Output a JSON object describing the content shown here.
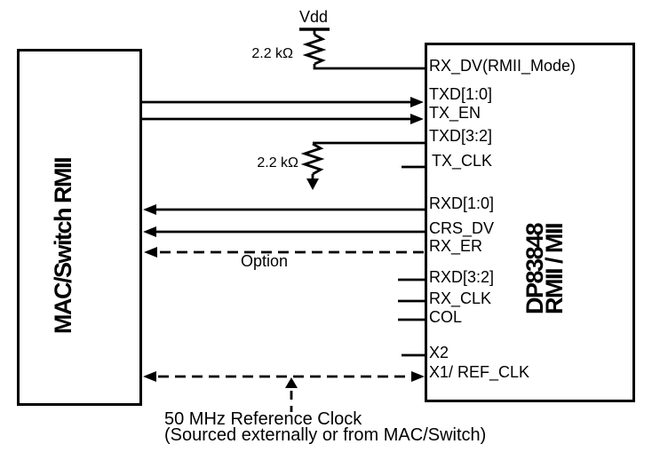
{
  "diagram": {
    "left_block": {
      "title": "MAC/Switch RMII"
    },
    "right_block": {
      "title_line1": "DP83848",
      "title_line2": "RMII / MII"
    },
    "pins": [
      {
        "label": "RX_DV(RMII_Mode)"
      },
      {
        "label": "TXD[1:0]"
      },
      {
        "label": "TX_EN"
      },
      {
        "label": "TXD[3:2]"
      },
      {
        "label": "TX_CLK"
      },
      {
        "label": "RXD[1:0]"
      },
      {
        "label": "CRS_DV"
      },
      {
        "label": "RX_ER"
      },
      {
        "label": "RXD[3:2]"
      },
      {
        "label": "RX_CLK"
      },
      {
        "label": "COL"
      },
      {
        "label": "X2"
      },
      {
        "label": "X1/ REF_CLK"
      }
    ],
    "annotations": {
      "vdd": "Vdd",
      "pullup_resistor_value": "2.2 kΩ",
      "pulldown_resistor_value": "2.2 kΩ",
      "option": "Option",
      "ref_clock_line1": "50 MHz Reference Clock",
      "ref_clock_line2": "(Sourced externally or from MAC/Switch)"
    },
    "colors": {
      "line": "#000000",
      "background": "#ffffff",
      "text": "#000000"
    }
  }
}
